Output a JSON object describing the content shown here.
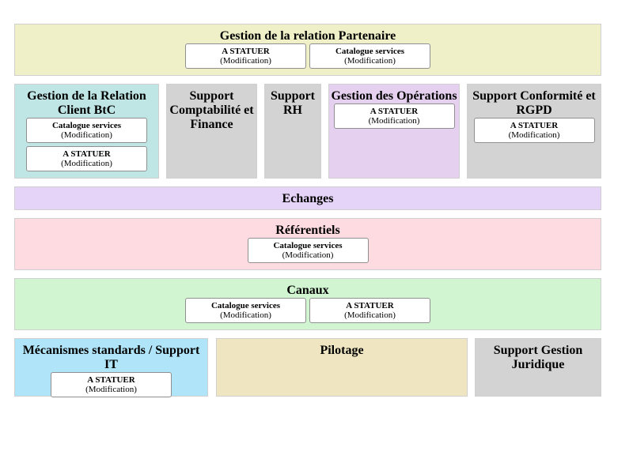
{
  "colors": {
    "partenaire": "#efefc8",
    "btc": "#bfe5e5",
    "support_gray": "#d3d3d3",
    "operations": "#e6d0ef",
    "echanges": "#e6d4f8",
    "referentiels": "#fddbe1",
    "canaux": "#d0f5d0",
    "mecanismes": "#b0e4f8",
    "pilotage": "#efe5c0"
  },
  "boxes": {
    "partenaire": {
      "title": "Gestion de la relation Partenaire",
      "cards": [
        {
          "name": "A STATUER",
          "sub": "(Modification)"
        },
        {
          "name": "Catalogue services",
          "sub": "(Modification)"
        }
      ]
    },
    "btc": {
      "title": "Gestion de la Relation Client BtC",
      "cards": [
        {
          "name": "Catalogue services",
          "sub": "(Modification)"
        },
        {
          "name": "A STATUER",
          "sub": "(Modification)"
        }
      ]
    },
    "compta": {
      "title": "Support Comptabilité et Finance"
    },
    "rh": {
      "title": "Support RH"
    },
    "ops": {
      "title": "Gestion des Opérations",
      "cards": [
        {
          "name": "A STATUER",
          "sub": "(Modification)"
        }
      ]
    },
    "rgpd": {
      "title": "Support Conformité et RGPD",
      "cards": [
        {
          "name": "A STATUER",
          "sub": "(Modification)"
        }
      ]
    },
    "echanges": {
      "title": "Echanges"
    },
    "referentiels": {
      "title": "Référentiels",
      "cards": [
        {
          "name": "Catalogue services",
          "sub": "(Modification)"
        }
      ]
    },
    "canaux": {
      "title": "Canaux",
      "cards": [
        {
          "name": "Catalogue services",
          "sub": "(Modification)"
        },
        {
          "name": "A STATUER",
          "sub": "(Modification)"
        }
      ]
    },
    "mecanismes": {
      "title": "Mécanismes standards / Support IT",
      "cards": [
        {
          "name": "A STATUER",
          "sub": "(Modification)"
        }
      ]
    },
    "pilotage": {
      "title": "Pilotage"
    },
    "juridique": {
      "title": "Support Gestion Juridique"
    }
  }
}
